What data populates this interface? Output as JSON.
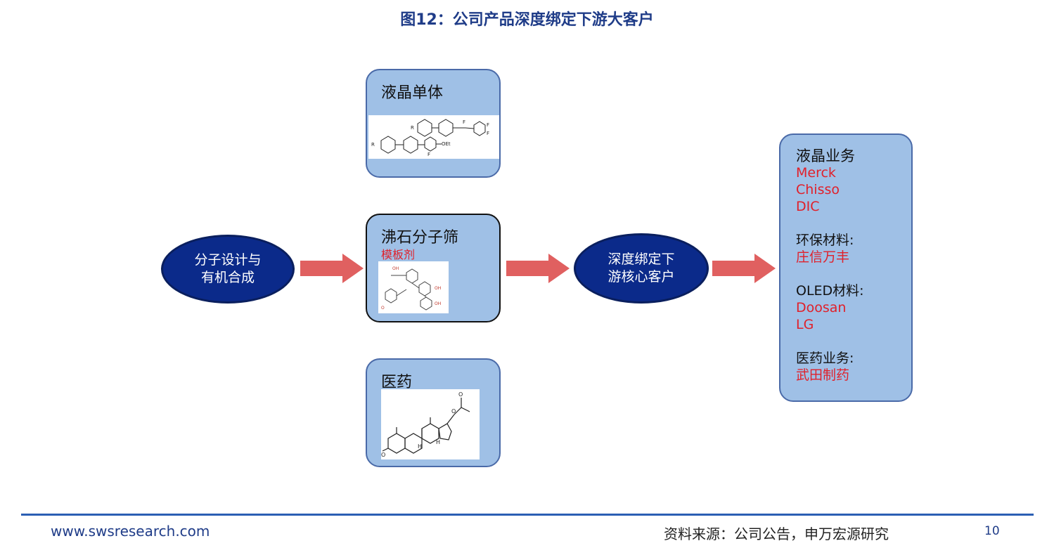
{
  "title": "图12：公司产品深度绑定下游大客户",
  "start_node": {
    "line1": "分子设计与",
    "line2": "有机合成"
  },
  "boxes": {
    "lc_monomer": {
      "label": "液晶单体"
    },
    "zeolite": {
      "label": "沸石分子筛",
      "sublabel": "模板剂"
    },
    "pharma": {
      "label": "医药"
    }
  },
  "middle_node": {
    "line1": "深度绑定下",
    "line2": "游核心客户"
  },
  "customers": {
    "lc_business": {
      "heading": "液晶业务",
      "names": [
        "Merck",
        "Chisso",
        "DIC"
      ]
    },
    "env_materials": {
      "heading": "环保材料:",
      "names": [
        "庄信万丰"
      ]
    },
    "oled_materials": {
      "heading": "OLED材料:",
      "names": [
        "Doosan",
        "LG"
      ]
    },
    "pharma_business": {
      "heading": "医药业务:",
      "names": [
        "武田制药"
      ]
    }
  },
  "footer": {
    "website": "www.swsresearch.com",
    "source": "资料来源：公司公告，申万宏源研究",
    "page": "10"
  },
  "colors": {
    "title": "#1f3c88",
    "ellipse_fill": "#0b2a8a",
    "box_fill": "#9fc0e6",
    "arrow_fill": "#e06060",
    "customer_name": "#e0202a"
  }
}
